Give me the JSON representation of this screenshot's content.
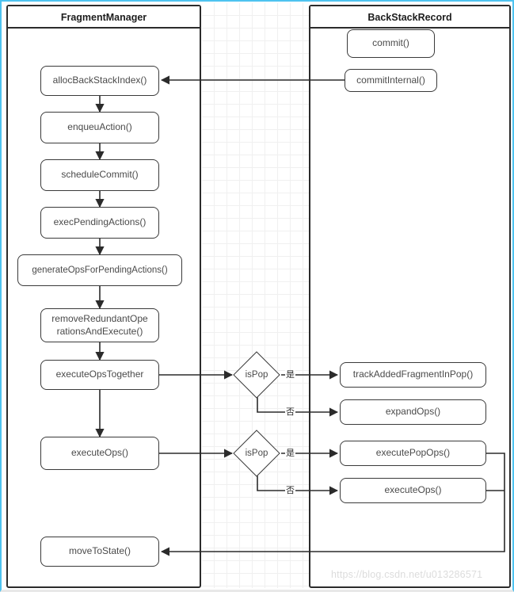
{
  "diagram": {
    "type": "flowchart",
    "lanes": [
      {
        "id": "fragment-manager",
        "title": "FragmentManager"
      },
      {
        "id": "back-stack-record",
        "title": "BackStackRecord"
      }
    ],
    "nodes": {
      "allocBackStackIndex": "allocBackStackIndex()",
      "enqueuAction": "enqueuAction()",
      "scheduleCommit": "scheduleCommit()",
      "execPendingActions": "execPendingActions()",
      "generateOpsForPendingActions": "generateOpsForPendingActions()",
      "removeRedundantOperationsAndExecute": "removeRedundantOpe\nrationsAndExecute()",
      "executeOpsTogether": "executeOpsTogether",
      "executeOps": "executeOps()",
      "moveToState": "moveToState()",
      "commit": "commit()",
      "commitInternal": "commitInternal()",
      "trackAddedFragmentInPop": "trackAddedFragmentInPop()",
      "expandOps": "expandOps()",
      "executePopOps": "executePopOps()",
      "executeOpsRight": "executeOps()"
    },
    "decisions": {
      "isPopTop": "isPop",
      "isPopBottom": "isPop"
    },
    "edge_labels": {
      "yes_1": "是",
      "no_1": "否",
      "yes_2": "是",
      "no_2": "否"
    },
    "watermark": "https://blog.csdn.net/u013286571",
    "colors": {
      "stroke": "#3a3a3a",
      "lane_border": "#2b2b2b",
      "text": "#4a4a4a",
      "grid": "#f0f0f0",
      "page_border": "#4ec3f0",
      "watermark": "#dcdcdc"
    }
  }
}
